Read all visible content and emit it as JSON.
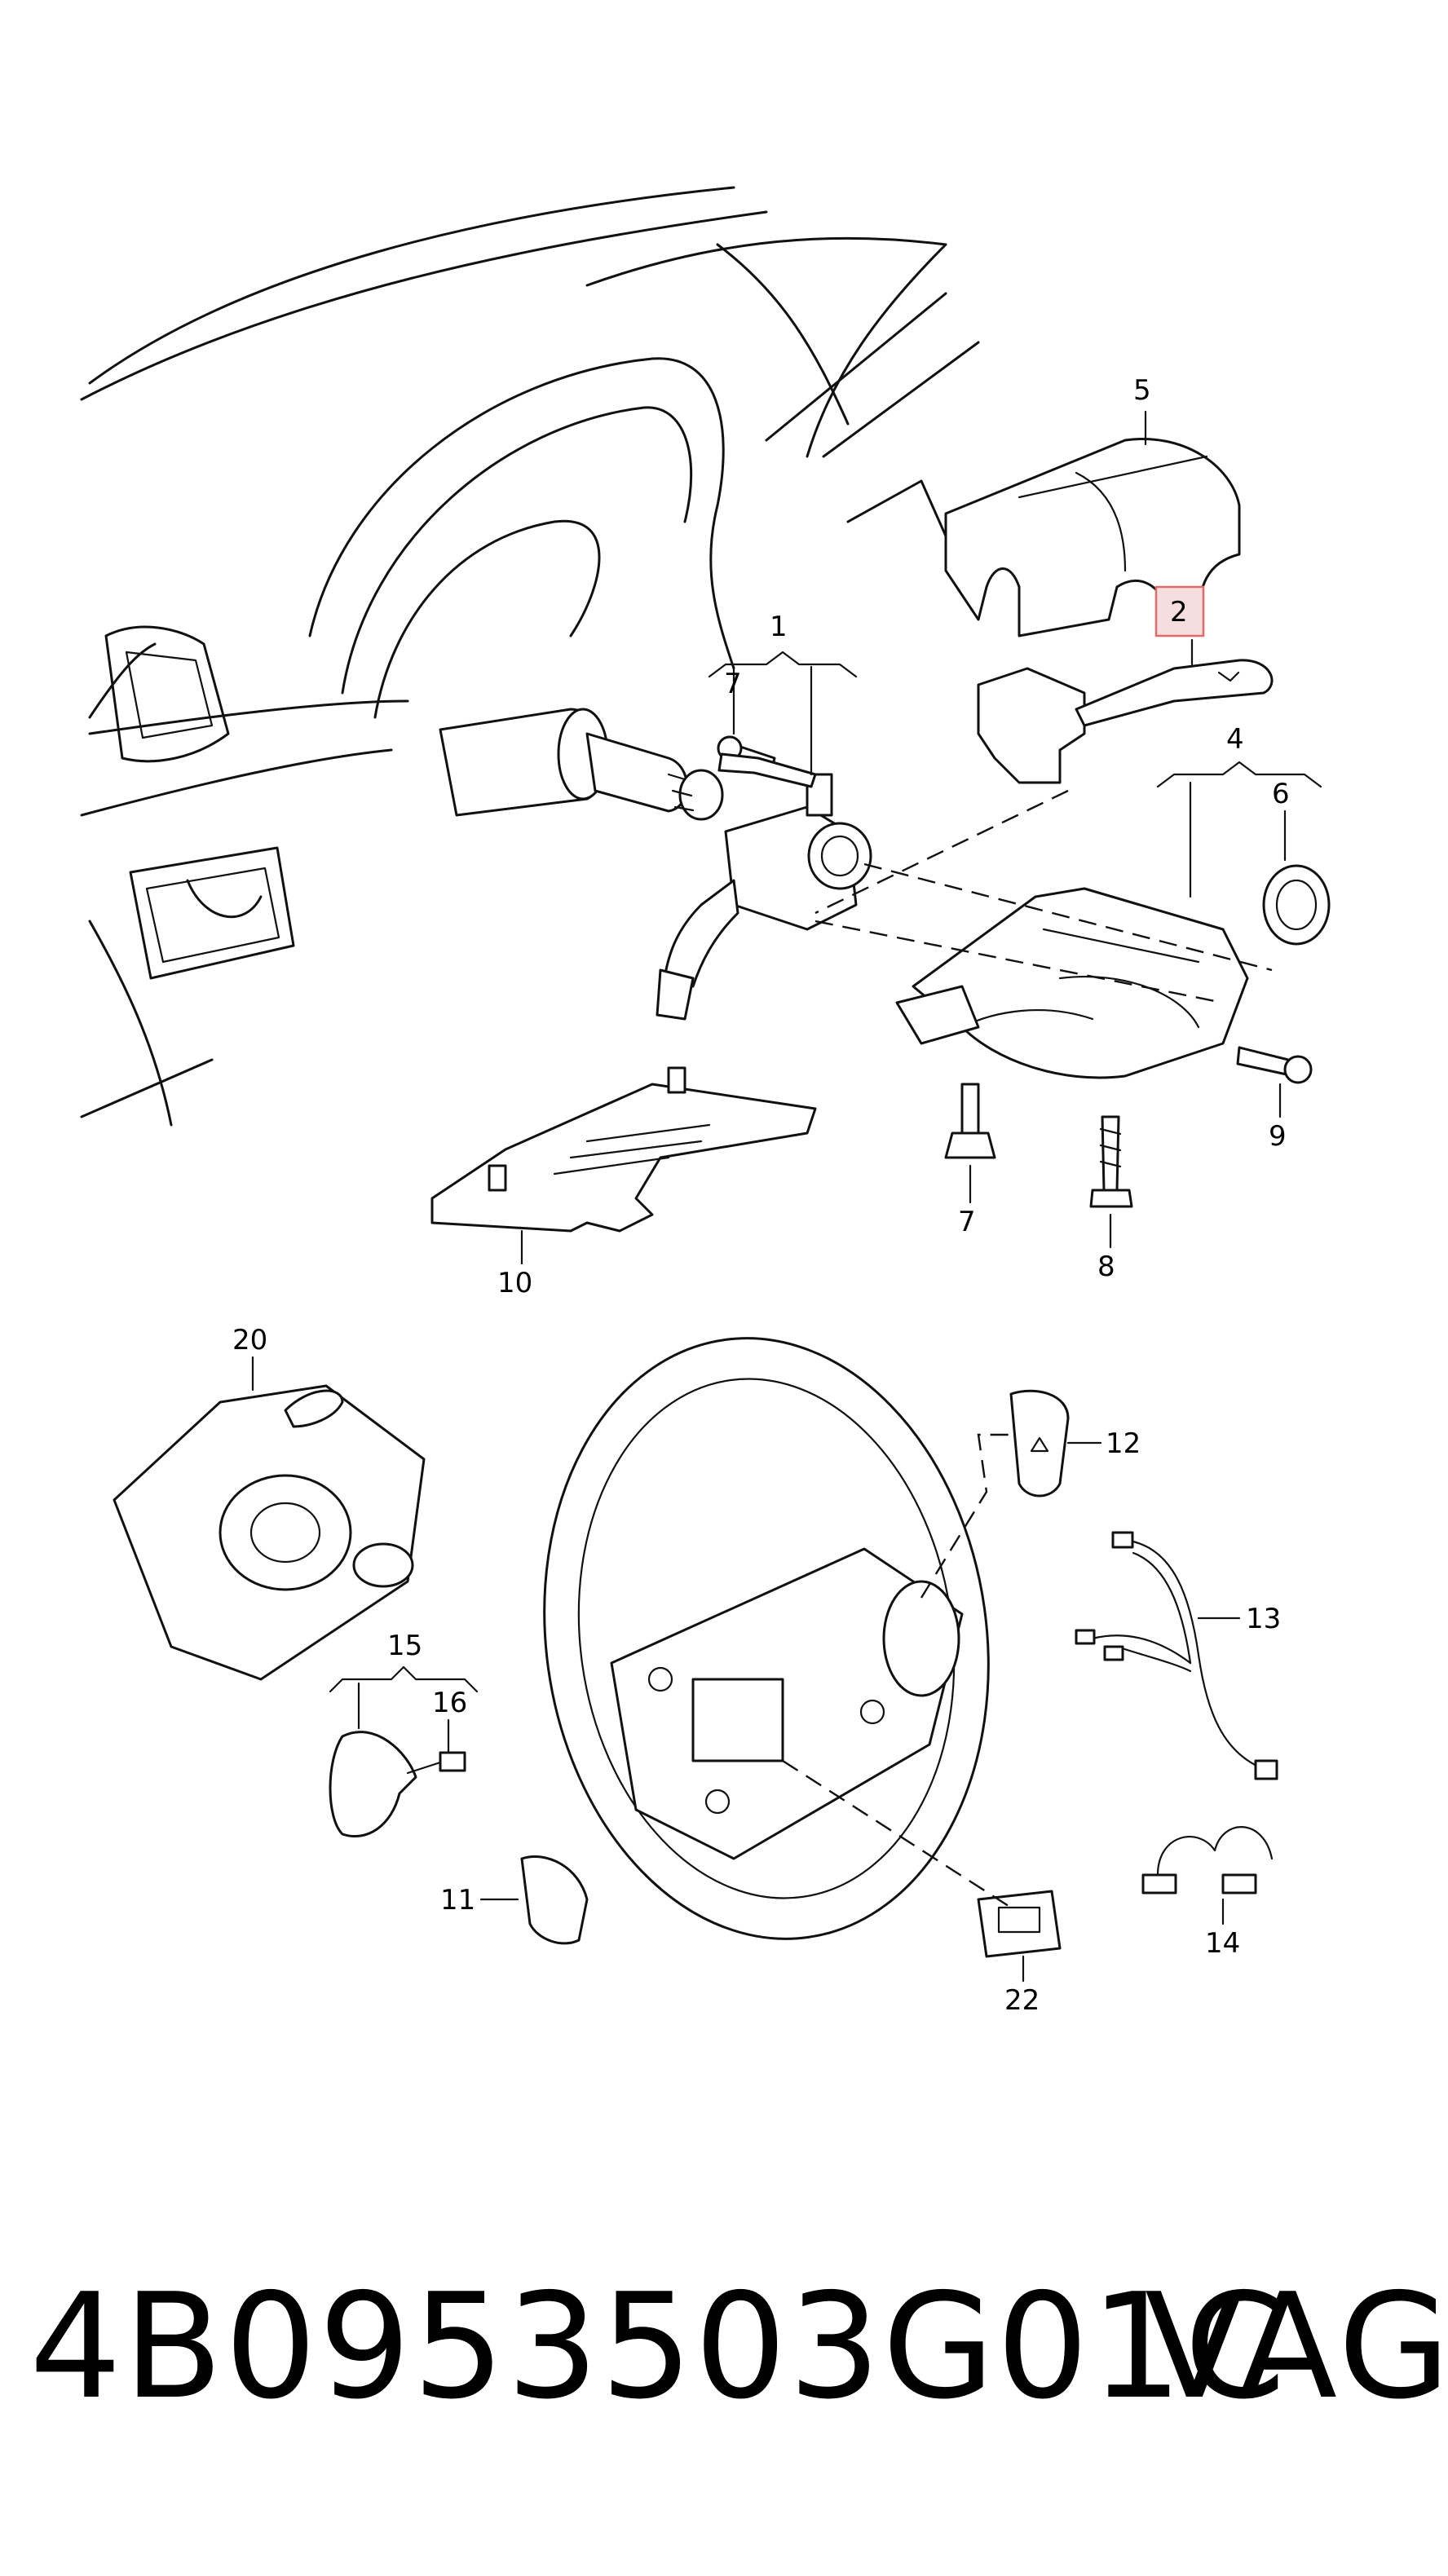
{
  "callouts": {
    "c1": "1",
    "c2": "2",
    "c4": "4",
    "c5": "5",
    "c6": "6",
    "c7a": "7",
    "c7b": "7",
    "c8": "8",
    "c9": "9",
    "c10": "10",
    "c11": "11",
    "c12": "12",
    "c13": "13",
    "c14": "14",
    "c15": "15",
    "c16": "16",
    "c20": "20",
    "c22": "22"
  },
  "highlighted_callout": "2",
  "highlight_color": "#e06a6a",
  "footer": {
    "part_number": "4B0953503G01C",
    "brand": "VAG"
  }
}
